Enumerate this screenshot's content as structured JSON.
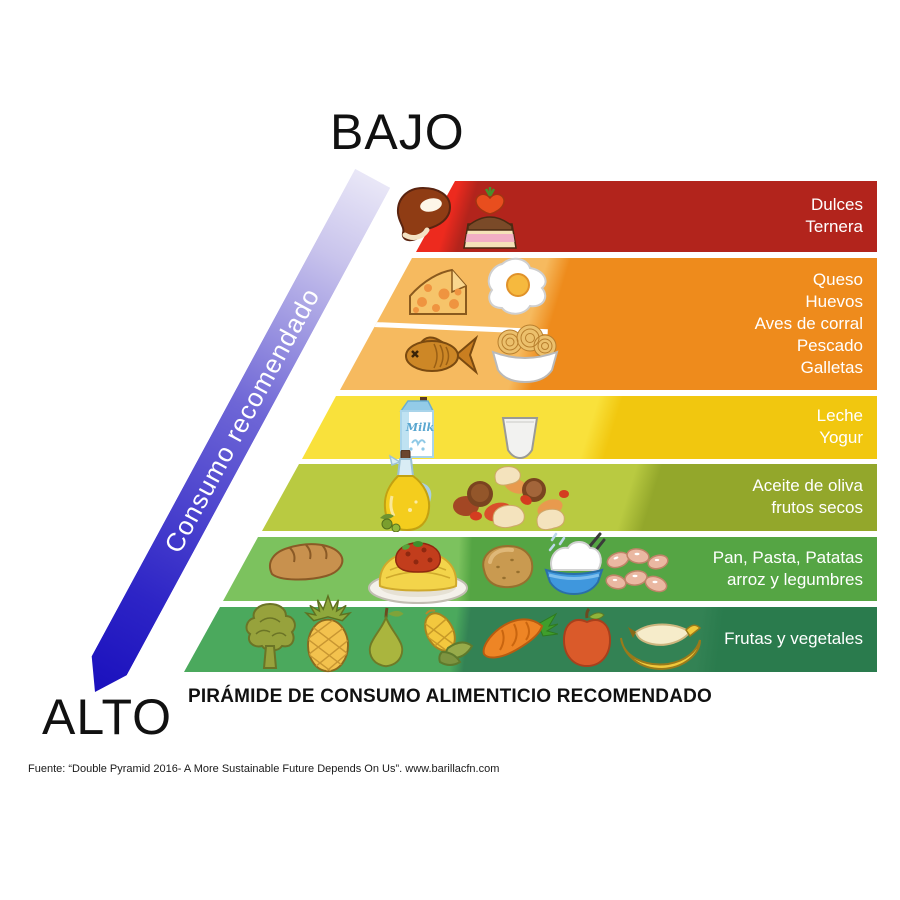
{
  "axis": {
    "top": "BAJO",
    "bottom": "ALTO"
  },
  "arrow": {
    "label": "Consumo recomendado",
    "gradient": [
      "#1a10bd",
      "#2d24c6",
      "#6e66d6",
      "#c9c4ec",
      "#e9e7f7"
    ],
    "text_color": "#ffffff"
  },
  "caption": "PIRÁMIDE DE CONSUMO ALIMENTICIO RECOMENDADO",
  "source": "Fuente: “Double Pyramid 2016- A More Sustainable Future Depends On Us”. www.barillacfn.com",
  "label_text_color": "#ffffff",
  "levels": [
    {
      "name": "dulces-ternera",
      "lines": [
        "Dulces",
        "Ternera"
      ],
      "color_light": "#ed2a1e",
      "color_dark": "#b2241c",
      "icons": [
        "steak",
        "cake"
      ]
    },
    {
      "name": "queso-huevos-aves-pescado-galletas",
      "lines": [
        "Queso",
        "Huevos",
        "Aves de corral",
        "Pescado",
        "Galletas"
      ],
      "color_light": "#f6ba5f",
      "color_dark": "#ee8b1c",
      "icons": [
        "cheese",
        "fried-egg",
        "fish",
        "noodle-bowl"
      ]
    },
    {
      "name": "leche-yogur",
      "lines": [
        "Leche",
        "Yogur"
      ],
      "color_light": "#f9e13b",
      "color_dark": "#f1c70f",
      "icons": [
        "milk-carton",
        "cup"
      ]
    },
    {
      "name": "aceite-frutos-secos",
      "lines": [
        "Aceite de oliva",
        "frutos secos"
      ],
      "color_light": "#b9ca41",
      "color_dark": "#93a72b",
      "icons": [
        "olive-oil-cruet",
        "mixed-nuts"
      ]
    },
    {
      "name": "pan-pasta-patatas-arroz-legumbres",
      "lines": [
        "Pan, Pasta, Patatas",
        "arroz y legumbres"
      ],
      "color_light": "#7cc25e",
      "color_dark": "#55a544",
      "icons": [
        "bread",
        "spaghetti",
        "potato",
        "rice-bowl",
        "beans"
      ]
    },
    {
      "name": "frutas-vegetales",
      "lines": [
        "Frutas y vegetales"
      ],
      "color_light": "#4ba95d",
      "color_mid": "#338254",
      "color_dark": "#2a7b4d",
      "icons": [
        "tree-vegetable",
        "pineapple",
        "pear",
        "corn",
        "carrot",
        "apple",
        "banana"
      ]
    }
  ],
  "milk_carton_text": "Milk"
}
